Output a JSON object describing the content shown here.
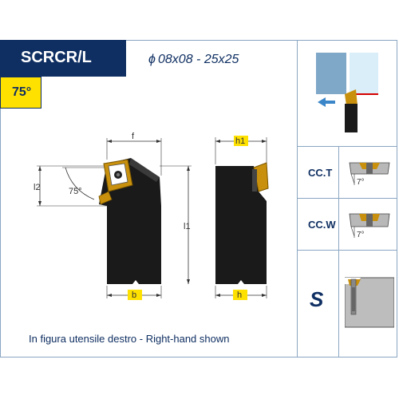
{
  "header": {
    "code": "SCRCR/L",
    "angle": "75°",
    "size_symbol": "ϕ",
    "size_range": "08x08 - 25x25"
  },
  "drawing": {
    "dim_f": "f",
    "dim_l2": "l2",
    "dim_angle": "75°",
    "dim_l1": "l1",
    "dim_b": "b",
    "dim_h1": "h1",
    "dim_h": "h"
  },
  "caption": "In figura utensile destro  -  Right-hand shown",
  "side_panel": {
    "cc_t": "CC.T",
    "cc_t_angle": "7°",
    "cc_w": "CC.W",
    "cc_w_angle": "7°",
    "s_label": "S"
  },
  "colors": {
    "navy": "#0f2f62",
    "yellow": "#ffe100",
    "border": "#8aa6c3",
    "tool_body": "#1a1a1a",
    "insert_gold": "#c8900d"
  }
}
